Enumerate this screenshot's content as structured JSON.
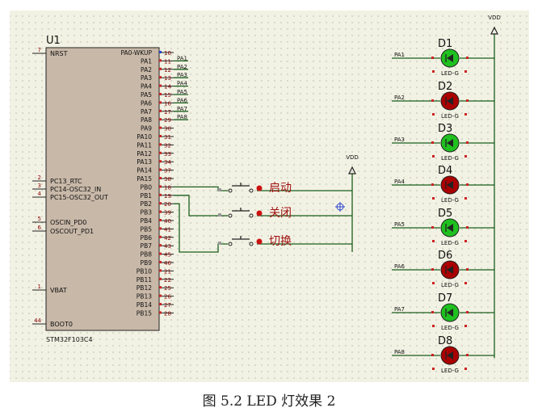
{
  "caption": "图 5.2 LED 灯效果 2",
  "chip": {
    "ref": "U1",
    "part": "STM32F103C4",
    "left_pins": [
      {
        "num": "7",
        "name": "NRST"
      },
      {
        "num": "2",
        "name": "PC13_RTC"
      },
      {
        "num": "3",
        "name": "PC14-OSC32_IN"
      },
      {
        "num": "4",
        "name": "PC15-OSC32_OUT"
      },
      {
        "num": "5",
        "name": "OSCIN_PD0"
      },
      {
        "num": "6",
        "name": "OSCOUT_PD1"
      },
      {
        "num": "1",
        "name": "VBAT"
      },
      {
        "num": "44",
        "name": "BOOT0"
      }
    ],
    "right_pins": [
      {
        "num": "10",
        "name": "PA0-WKUP"
      },
      {
        "num": "11",
        "name": "PA1"
      },
      {
        "num": "12",
        "name": "PA2"
      },
      {
        "num": "13",
        "name": "PA3"
      },
      {
        "num": "14",
        "name": "PA4"
      },
      {
        "num": "15",
        "name": "PA5"
      },
      {
        "num": "16",
        "name": "PA6"
      },
      {
        "num": "17",
        "name": "PA7"
      },
      {
        "num": "29",
        "name": "PA8"
      },
      {
        "num": "30",
        "name": "PA9"
      },
      {
        "num": "31",
        "name": "PA10"
      },
      {
        "num": "32",
        "name": "PA11"
      },
      {
        "num": "33",
        "name": "PA12"
      },
      {
        "num": "34",
        "name": "PA13"
      },
      {
        "num": "37",
        "name": "PA14"
      },
      {
        "num": "38",
        "name": "PA15"
      },
      {
        "num": "18",
        "name": "PB0"
      },
      {
        "num": "19",
        "name": "PB1"
      },
      {
        "num": "20",
        "name": "PB2"
      },
      {
        "num": "39",
        "name": "PB3"
      },
      {
        "num": "40",
        "name": "PB4"
      },
      {
        "num": "41",
        "name": "PB5"
      },
      {
        "num": "42",
        "name": "PB6"
      },
      {
        "num": "43",
        "name": "PB7"
      },
      {
        "num": "45",
        "name": "PB8"
      },
      {
        "num": "46",
        "name": "PB9"
      },
      {
        "num": "21",
        "name": "PB10"
      },
      {
        "num": "22",
        "name": "PB11"
      },
      {
        "num": "25",
        "name": "PB12"
      },
      {
        "num": "26",
        "name": "PB13"
      },
      {
        "num": "27",
        "name": "PB14"
      },
      {
        "num": "28",
        "name": "PB15"
      }
    ],
    "pa_net_labels": [
      "PA1",
      "PA2",
      "PA3",
      "PA4",
      "PA5",
      "PA6",
      "PA7",
      "PA8"
    ]
  },
  "buttons": [
    {
      "label": "启动"
    },
    {
      "label": "关闭"
    },
    {
      "label": "切换"
    }
  ],
  "vdd_label": "VDD",
  "leds": [
    {
      "ref": "D1",
      "net": "PA1",
      "part": "LED-G",
      "state": "on"
    },
    {
      "ref": "D2",
      "net": "PA2",
      "part": "LED-G",
      "state": "off"
    },
    {
      "ref": "D3",
      "net": "PA3",
      "part": "LED-G",
      "state": "on"
    },
    {
      "ref": "D4",
      "net": "PA4",
      "part": "LED-G",
      "state": "off"
    },
    {
      "ref": "D5",
      "net": "PA5",
      "part": "LED-G",
      "state": "on"
    },
    {
      "ref": "D6",
      "net": "PA6",
      "part": "LED-G",
      "state": "off"
    },
    {
      "ref": "D7",
      "net": "PA7",
      "part": "LED-G",
      "state": "on"
    },
    {
      "ref": "D8",
      "net": "PA8",
      "part": "LED-G",
      "state": "off"
    }
  ],
  "colors": {
    "sheet": "#f2f2e4",
    "chip_fill": "#c8b8a8",
    "wire": "#1a5e1a",
    "pin_text": "#880000",
    "led_on": "#1fc01f",
    "led_off": "#aa0000",
    "button_label": "#a01010"
  }
}
